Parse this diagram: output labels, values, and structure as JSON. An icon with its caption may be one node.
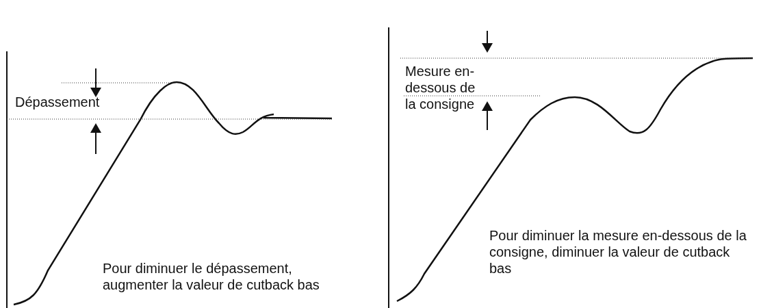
{
  "diagram": {
    "labels": [
      "Dépassement",
      "Pour diminuer le dépassement, augmenter la valeur de cutback bas",
      "Mesure en-dessous de la consigne",
      "Pour diminuer la mesure en-dessous de la consigne, diminuer la valeur de cutback bas"
    ]
  }
}
